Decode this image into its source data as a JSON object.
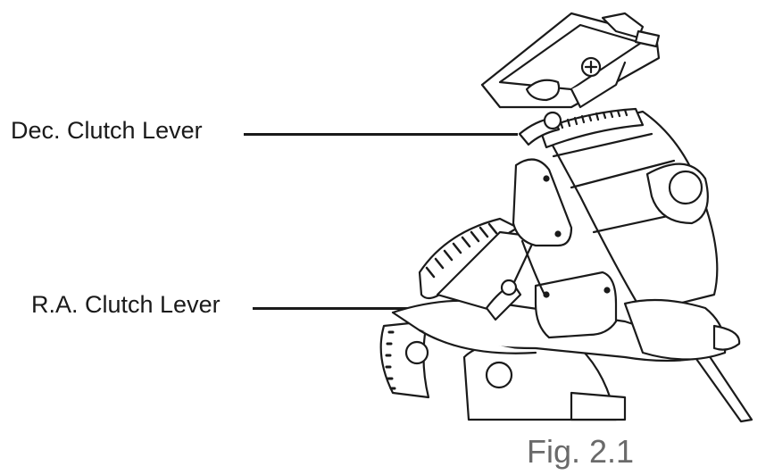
{
  "labels": {
    "dec_clutch": "Dec. Clutch Lever",
    "ra_clutch": "R.A. Clutch Lever"
  },
  "caption": "Fig. 2.1",
  "colors": {
    "ink": "#1a1a1a",
    "caption": "#6a6a6a",
    "background": "#ffffff"
  }
}
